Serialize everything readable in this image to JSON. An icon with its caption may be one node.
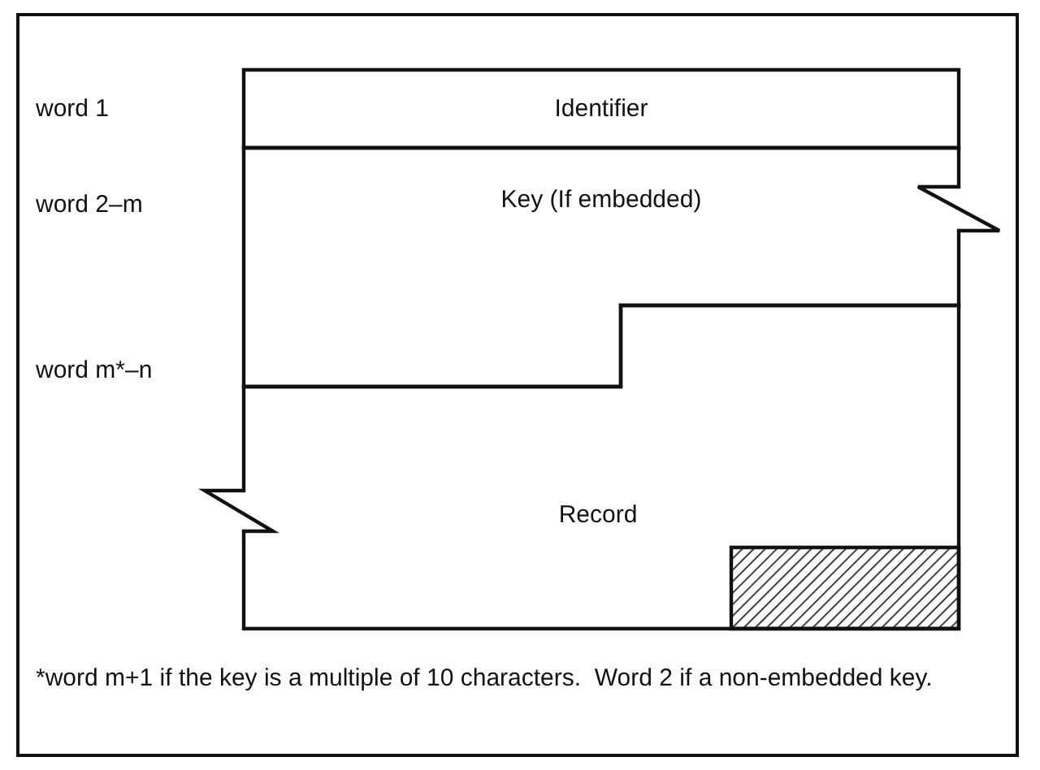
{
  "diagram": {
    "caption": "*word m+1 if the key is a multiple of 10 characters.  Word 2 if a non-embedded key.",
    "nodes": [
      {
        "text": [
          "Identifier"
        ]
      },
      {
        "text": [
          "Key (If embedded)"
        ]
      },
      {
        "text": [
          "Record"
        ]
      },
      {
        "text": [],
        "shape": "box",
        "in": 2
      }
    ],
    "labels": [
      "word 1",
      "word 2–m",
      "word m*–n"
    ]
  }
}
